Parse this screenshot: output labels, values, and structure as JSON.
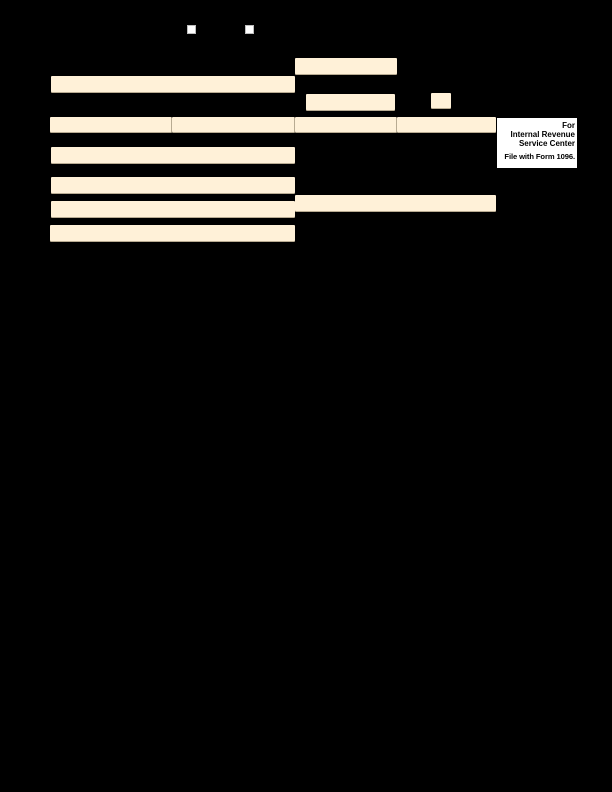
{
  "document": {
    "type": "tax form copy",
    "background_color": "#000000",
    "field_fill_color": "#fff1d8"
  },
  "checkboxes": [
    {
      "id": "void",
      "checked": false
    },
    {
      "id": "corrected",
      "checked": false
    }
  ],
  "fields": {
    "payer_info": "",
    "top_right_1": "",
    "top_right_2": "",
    "small_box": "",
    "tin_row_left_1": "",
    "tin_row_left_2": "",
    "tin_row_right_1": "",
    "tin_row_right_2": "",
    "recipient_name": "",
    "street_address": "",
    "city_state_zip": "",
    "account_number": "",
    "right_wide_field": ""
  },
  "copy_notice": {
    "line1": "For",
    "line2": "Internal Revenue",
    "line3": "Service Center",
    "file_with": "File with Form 1096."
  }
}
